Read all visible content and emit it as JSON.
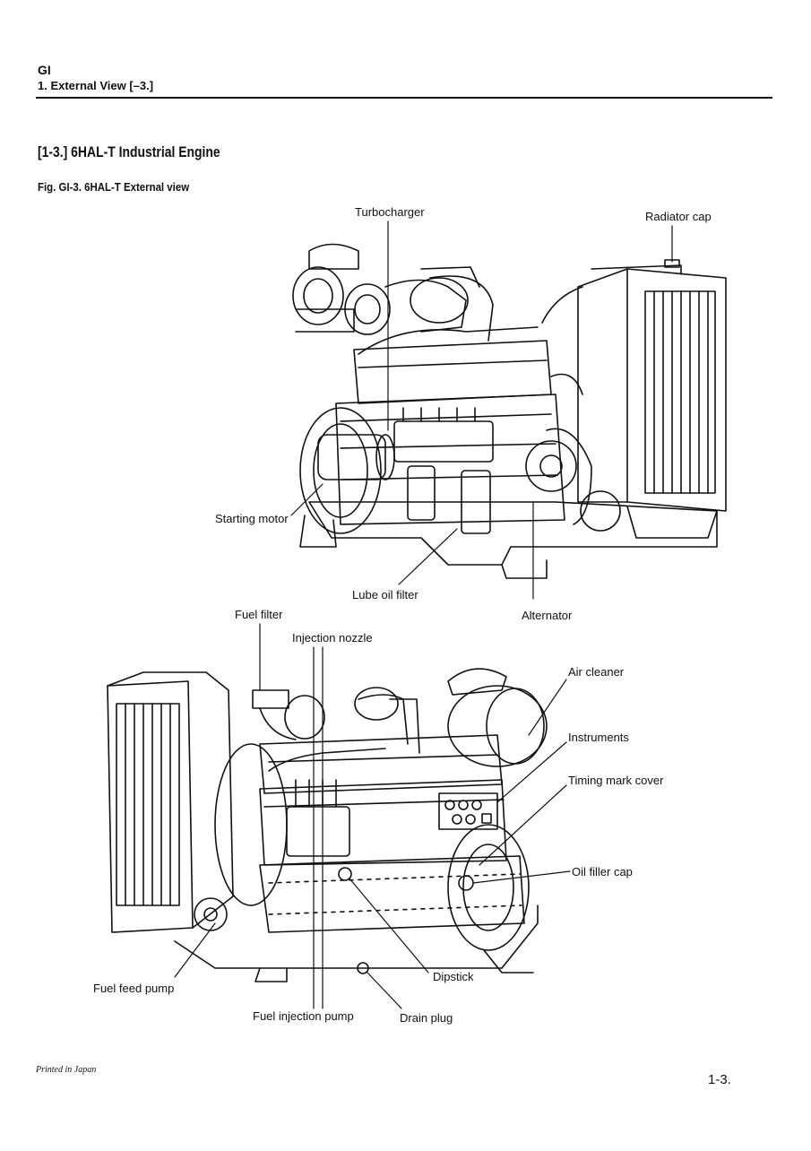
{
  "header": {
    "section": "GI",
    "subsection": "1. External View [–3.]"
  },
  "page_title": "[1-3.] 6HAL-T Industrial Engine",
  "figure_caption": "Fig. GI-3.   6HAL-T External view",
  "upper_view": {
    "labels": {
      "turbocharger": "Turbocharger",
      "radiator_cap": "Radiator cap",
      "starting_motor": "Starting motor",
      "lube_oil_filter": "Lube oil filter",
      "alternator": "Alternator"
    }
  },
  "lower_view": {
    "labels": {
      "fuel_filter": "Fuel filter",
      "injection_nozzle": "Injection nozzle",
      "air_cleaner": "Air cleaner",
      "instruments": "Instruments",
      "timing_mark_cover": "Timing mark cover",
      "oil_filler_cap": "Oil filler cap",
      "fuel_feed_pump": "Fuel feed pump",
      "dipstick": "Dipstick",
      "fuel_injection_pump": "Fuel injection pump",
      "drain_plug": "Drain plug"
    }
  },
  "footer": {
    "printed": "Printed in Japan",
    "page_number": "1-3."
  }
}
